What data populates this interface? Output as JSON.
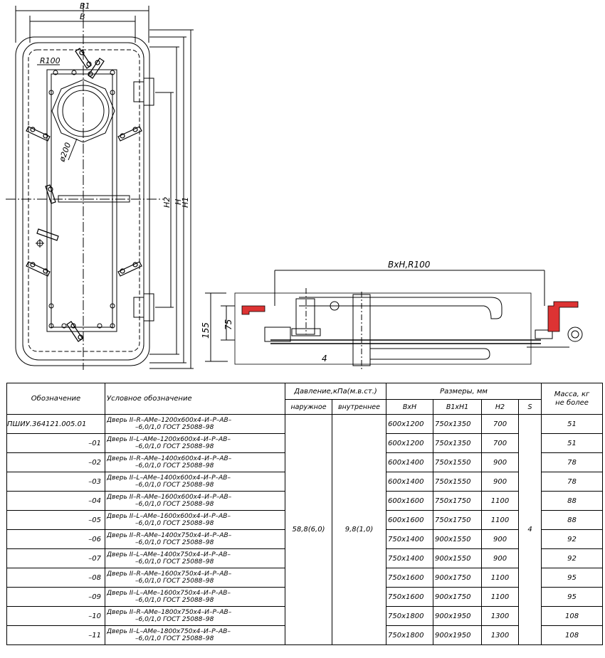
{
  "drawing": {
    "labels": {
      "b1": "B1",
      "b": "B",
      "r100": "R100",
      "d200": "ø200",
      "h2": "H2",
      "h": "H",
      "h1": "H1",
      "section_title": "BxH,R100",
      "dim155": "155",
      "dim75": "75",
      "dim4": "4"
    }
  },
  "table": {
    "headers": {
      "designation": "Обозначение",
      "name": "Условное обозначение",
      "pressure": "Давление,кПа(м.в.ст.)",
      "outer": "наружное",
      "inner": "внутреннее",
      "sizes": "Размеры, мм",
      "bxh": "BxH",
      "b1h1": "B1xH1",
      "h2": "H2",
      "s": "S",
      "mass_line1": "Масса, кг",
      "mass_line2": "не более"
    },
    "pressure_outer": "58,8(6,0)",
    "pressure_inner": "9,8(1,0)",
    "s_value": "4",
    "rows": [
      {
        "designation": "ПШИУ.364121.005.01",
        "name1": "Дверь  II–R–AMe–1200x600x4–И–Р–АВ–",
        "name2": "–6,0/1,0   ГОСТ 25088–98",
        "bxh": "600x1200",
        "b1h1": "750x1350",
        "h2": "700",
        "mass": "51"
      },
      {
        "designation": "–01",
        "name1": "Дверь  II–L–AMe–1200x600x4–И–Р–АВ–",
        "name2": "–6,0/1,0   ГОСТ 25088–98",
        "bxh": "600x1200",
        "b1h1": "750x1350",
        "h2": "700",
        "mass": "51"
      },
      {
        "designation": "–02",
        "name1": "Дверь  II–R–AMe–1400x600x4–И–Р–АВ–",
        "name2": "–6,0/1,0   ГОСТ 25088–98",
        "bxh": "600x1400",
        "b1h1": "750x1550",
        "h2": "900",
        "mass": "78"
      },
      {
        "designation": "–03",
        "name1": "Дверь  II–L–AMe–1400x600x4–И–Р–АВ–",
        "name2": "–6,0/1,0   ГОСТ 25088–98",
        "bxh": "600x1400",
        "b1h1": "750x1550",
        "h2": "900",
        "mass": "78"
      },
      {
        "designation": "–04",
        "name1": "Дверь  II–R–AMe–1600x600x4–И–Р–АВ–",
        "name2": "–6,0/1,0   ГОСТ 25088–98",
        "bxh": "600x1600",
        "b1h1": "750x1750",
        "h2": "1100",
        "mass": "88"
      },
      {
        "designation": "–05",
        "name1": "Дверь  II–L–AMe–1600x600x4–И–Р–АВ–",
        "name2": "–6,0/1,0   ГОСТ 25088–98",
        "bxh": "600x1600",
        "b1h1": "750x1750",
        "h2": "1100",
        "mass": "88"
      },
      {
        "designation": "–06",
        "name1": "Дверь  II–R–AMe–1400x750x4–И–Р–АВ–",
        "name2": "–6,0/1,0   ГОСТ 25088–98",
        "bxh": "750x1400",
        "b1h1": "900x1550",
        "h2": "900",
        "mass": "92"
      },
      {
        "designation": "–07",
        "name1": "Дверь  II–L–AMe–1400x750x4–И–Р–АВ–",
        "name2": "–6,0/1,0   ГОСТ 25088–98",
        "bxh": "750x1400",
        "b1h1": "900x1550",
        "h2": "900",
        "mass": "92"
      },
      {
        "designation": "–08",
        "name1": "Дверь  II–R–AMe–1600x750x4–И–Р–АВ–",
        "name2": "–6,0/1,0   ГОСТ 25088–98",
        "bxh": "750x1600",
        "b1h1": "900x1750",
        "h2": "1100",
        "mass": "95"
      },
      {
        "designation": "–09",
        "name1": "Дверь  II–L–AMe–1600x750x4–И–Р–АВ–",
        "name2": "–6,0/1,0   ГОСТ 25088–98",
        "bxh": "750x1600",
        "b1h1": "900x1750",
        "h2": "1100",
        "mass": "95"
      },
      {
        "designation": "–10",
        "name1": "Дверь  II–R–AMe–1800x750x4–И–Р–АВ–",
        "name2": "–6,0/1,0   ГОСТ 25088–98",
        "bxh": "750x1800",
        "b1h1": "900x1950",
        "h2": "1300",
        "mass": "108"
      },
      {
        "designation": "–11",
        "name1": "Дверь  II–L–AMe–1800x750x4–И–Р–АВ–",
        "name2": "–6,0/1,0   ГОСТ 25088–98",
        "bxh": "750x1800",
        "b1h1": "900x1950",
        "h2": "1300",
        "mass": "108"
      }
    ]
  }
}
